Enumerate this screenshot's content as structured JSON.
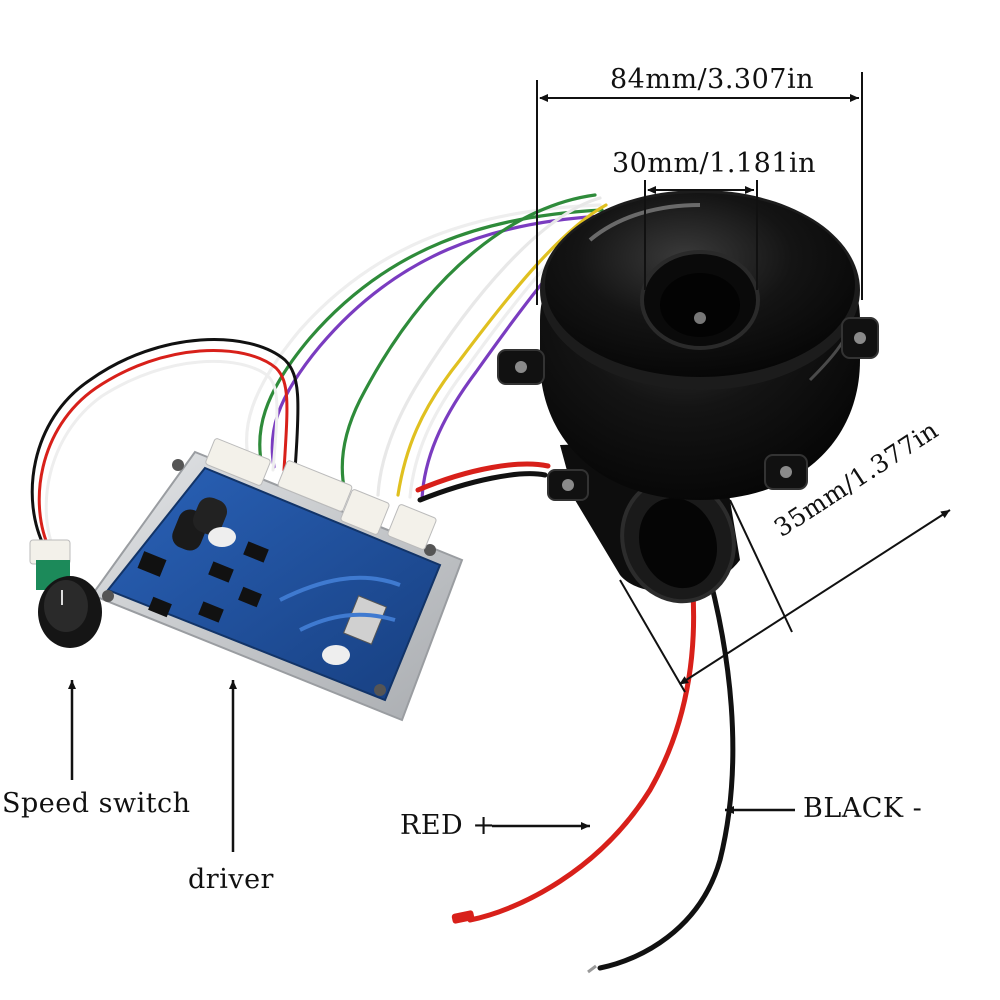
{
  "photo": {
    "subject": "brushless blower with driver board and speed switch"
  },
  "dimensions": {
    "outer_diameter": "84mm/3.307in",
    "inlet_diameter": "30mm/1.181in",
    "outlet_diameter": "35mm/1.377in"
  },
  "callouts": {
    "speed_switch": "Speed switch",
    "driver": "driver",
    "red_wire": "RED +",
    "black_wire": "BLACK -"
  },
  "colors": {
    "blower": "#101010",
    "pcb": "#1f4f9a",
    "plate": "#c8cacd",
    "wire_red": "#d8201a",
    "wire_black": "#111111",
    "wire_green": "#2e8b3a",
    "wire_yellow": "#e0c020",
    "wire_purple": "#7a3cc0",
    "wire_white": "#eeeeee",
    "connector": "#f3f1ea",
    "knob": "#151515",
    "pot_green": "#1c8a5a"
  }
}
